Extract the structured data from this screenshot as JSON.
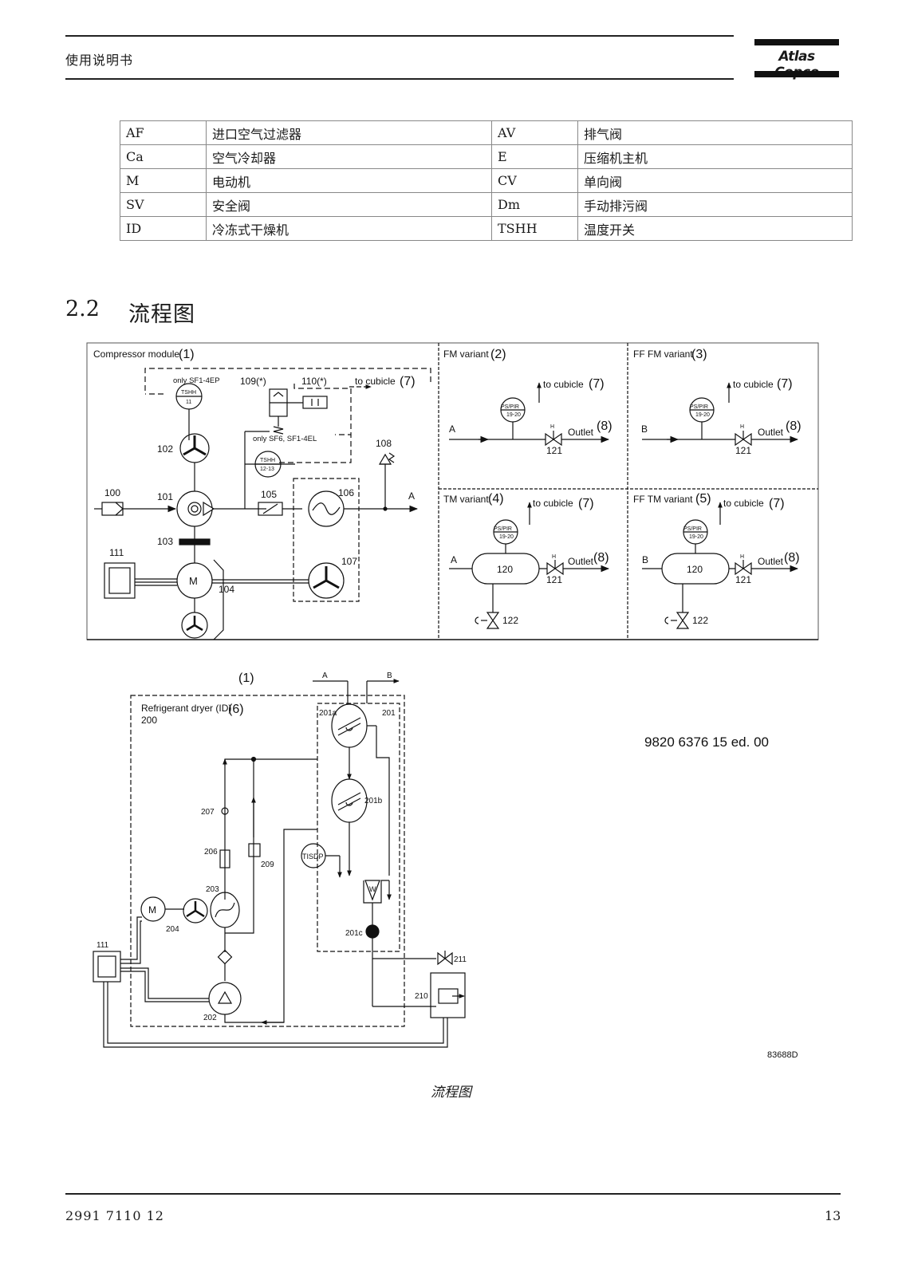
{
  "header": {
    "title": "使用说明书",
    "logo_text": "Atlas Copco"
  },
  "legend_rows": [
    [
      "AF",
      "进口空气过滤器",
      "AV",
      "排气阀"
    ],
    [
      "Ca",
      "空气冷却器",
      "E",
      "压缩机主机"
    ],
    [
      "M",
      "电动机",
      "CV",
      "单向阀"
    ],
    [
      "SV",
      "安全阀",
      "Dm",
      "手动排污阀"
    ],
    [
      "ID",
      "冷冻式干燥机",
      "TSHH",
      "温度开关"
    ]
  ],
  "section": {
    "number": "2.2",
    "title": "流程图"
  },
  "diagram": {
    "compressor": {
      "title": "Compressor module",
      "title_num": "(1)",
      "only_sf1_4ep": "only SF1-4EP",
      "tshh": "TSHH",
      "tshh_11": "11",
      "only_sf6": "only SF6, SF1-4EL",
      "tshh_1213": "12-13",
      "l109": "109(*)",
      "l110": "110(*)",
      "to_cubicle": "to cubicle",
      "num7": "(7)",
      "l100": "100",
      "l101": "101",
      "l102": "102",
      "l103": "103",
      "l104": "104",
      "l105": "105",
      "l106": "106",
      "l107": "107",
      "l108": "108",
      "l111": "111",
      "m": "M",
      "a": "A"
    },
    "fm": {
      "title": "FM variant",
      "num": "(2)",
      "in": "A"
    },
    "fffm": {
      "title": "FF FM variant",
      "num": "(3)",
      "in": "B"
    },
    "tm": {
      "title": "TM variant",
      "num": "(4)",
      "in": "A"
    },
    "fftm": {
      "title": "FF TM variant",
      "num": "(5)",
      "in": "B"
    },
    "common": {
      "pspir": "PS/PIR",
      "pspir_num": "19-20",
      "to_cubicle": "to cubicle",
      "num7": "(7)",
      "outlet": "Outlet",
      "num8": "(8)",
      "l120": "120",
      "l121": "121",
      "l122": "122",
      "h": "H"
    },
    "dryer": {
      "top_num": "(1)",
      "title": "Refrigerant dryer  (ID)",
      "title_num": "(6)",
      "l200": "200",
      "l201": "201",
      "l201a": "201a",
      "l201b": "201b",
      "l201c": "201c",
      "l202": "202",
      "l203": "203",
      "l204": "204",
      "l206": "206",
      "l207": "207",
      "l209": "209",
      "l210": "210",
      "l211": "211",
      "l111": "111",
      "tisdp": "TISDP",
      "w": "W",
      "m": "M",
      "a": "A",
      "b": "B"
    },
    "doc_ref": "9820 6376 15 ed. 00",
    "fig_code": "83688D"
  },
  "caption": "流程图",
  "footer": {
    "doc_number": "2991 7110 12",
    "page": "13"
  }
}
